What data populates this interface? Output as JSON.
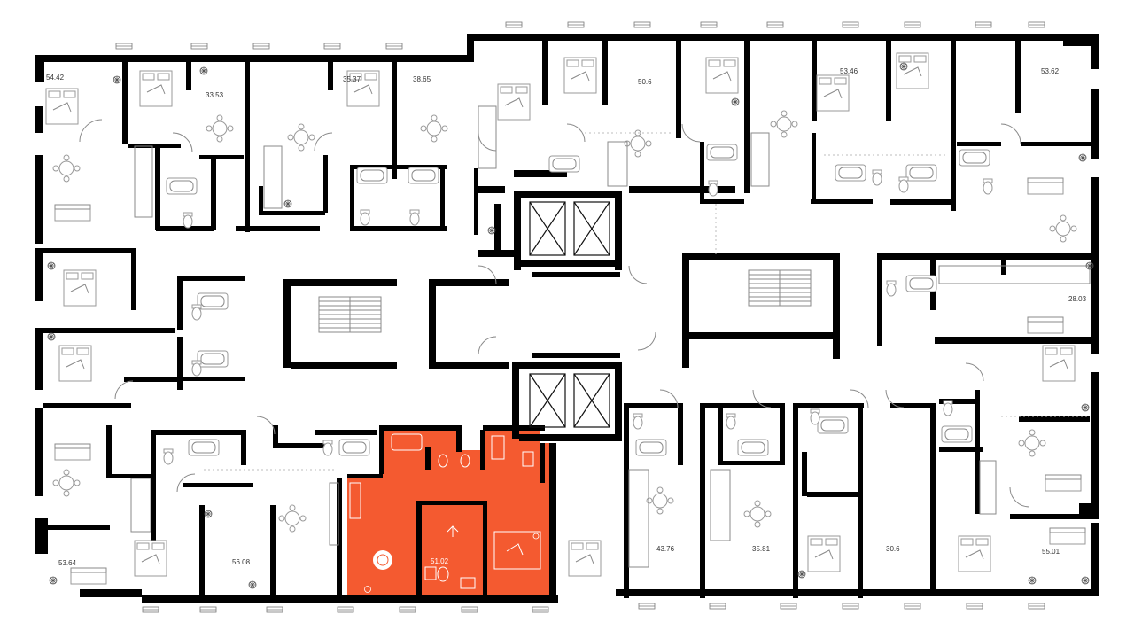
{
  "highlight_color": "#f45a30",
  "wall_color": "#000000",
  "apartments": [
    {
      "id": "apt-54-42",
      "area": "54.42"
    },
    {
      "id": "apt-33-53",
      "area": "33.53"
    },
    {
      "id": "apt-35-37",
      "area": "35.37"
    },
    {
      "id": "apt-38-65",
      "area": "38.65"
    },
    {
      "id": "apt-50-6",
      "area": "50.6"
    },
    {
      "id": "apt-53-46",
      "area": "53.46"
    },
    {
      "id": "apt-53-62",
      "area": "53.62"
    },
    {
      "id": "apt-28-03",
      "area": "28.03"
    },
    {
      "id": "apt-53-64",
      "area": "53.64"
    },
    {
      "id": "apt-56-08",
      "area": "56.08"
    },
    {
      "id": "apt-51-02",
      "area": "51.02",
      "selected": true
    },
    {
      "id": "apt-43-76",
      "area": "43.76"
    },
    {
      "id": "apt-35-81",
      "area": "35.81"
    },
    {
      "id": "apt-30-6",
      "area": "30.6"
    },
    {
      "id": "apt-55-01",
      "area": "55.01"
    }
  ],
  "icons": {
    "stair": "staircase-icon",
    "elevator": "elevator-icon",
    "bath": "bathtub-icon",
    "toilet": "toilet-icon",
    "bed": "bed-icon",
    "table": "dining-table-icon",
    "sofa": "sofa-icon",
    "plant": "plant-icon"
  }
}
